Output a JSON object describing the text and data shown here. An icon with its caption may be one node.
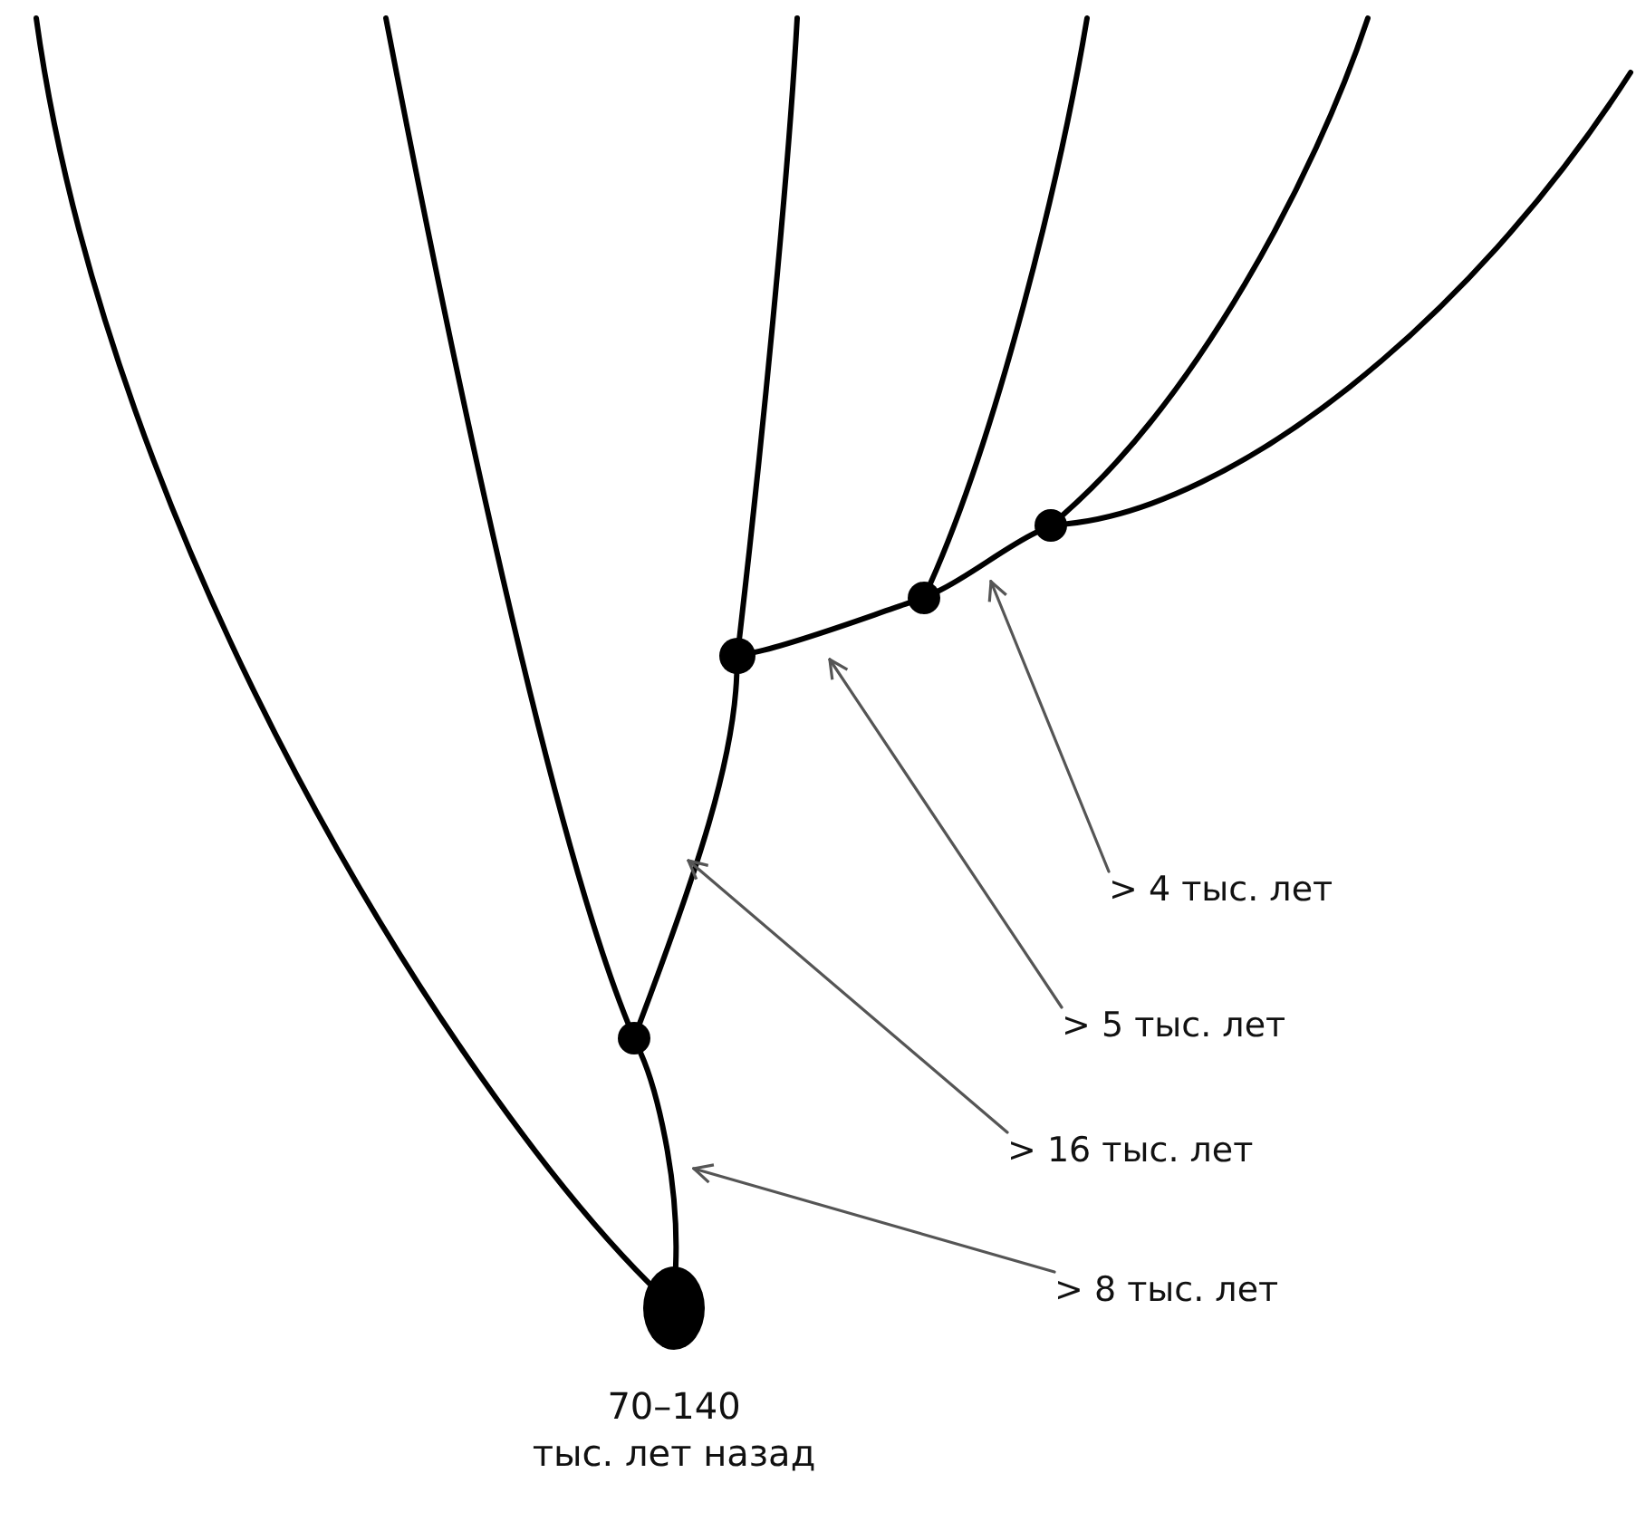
{
  "diagram": {
    "nodes": [
      {
        "text": [],
        "shape": "circle",
        "beside": [
          "70–140 тыс. лет назад"
        ]
      },
      {
        "text": [],
        "shape": "circle"
      },
      {
        "text": [],
        "shape": "circle"
      },
      {
        "text": [],
        "shape": "circle"
      },
      {
        "text": [],
        "shape": "circle"
      },
      {
        "text": [
          "> 4 тыс. лет"
        ]
      },
      {
        "text": [
          "> 5 тыс. лет"
        ]
      },
      {
        "text": [
          "> 16 тыс. лет"
        ]
      },
      {
        "text": [
          "> 8 тыс. лет"
        ]
      }
    ],
    "edges": [
      {
        "from": 0,
        "to": null,
        "arrow": "none"
      },
      {
        "from": 0,
        "to": 1,
        "arrow": "none"
      },
      {
        "from": 1,
        "to": null,
        "arrow": "none"
      },
      {
        "from": 1,
        "to": 2,
        "arrow": "none"
      },
      {
        "from": 2,
        "to": null,
        "arrow": "none"
      },
      {
        "from": 2,
        "to": 3,
        "arrow": "none"
      },
      {
        "from": 3,
        "to": null,
        "arrow": "none"
      },
      {
        "from": 3,
        "to": 4,
        "arrow": "none"
      },
      {
        "from": 4,
        "to": null,
        "arrow": "none"
      },
      {
        "from": 4,
        "to": null,
        "arrow": "none"
      },
      {
        "from": 5,
        "to": null,
        "arrow": "to",
        "color": "#555555"
      },
      {
        "from": 6,
        "to": null,
        "arrow": "to",
        "color": "#555555"
      },
      {
        "from": 7,
        "to": null,
        "arrow": "to",
        "color": "#555555"
      },
      {
        "from": 8,
        "to": null,
        "arrow": "to",
        "color": "#555555"
      }
    ]
  }
}
